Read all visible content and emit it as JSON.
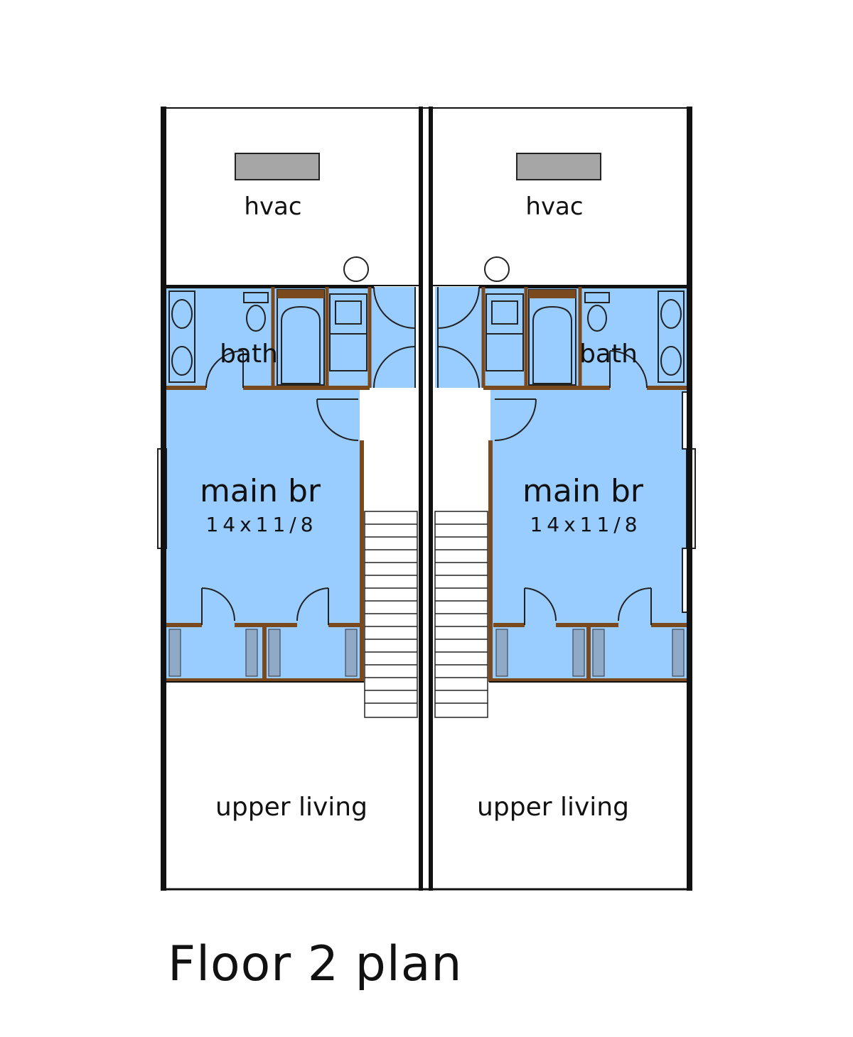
{
  "title": "Floor 2 plan",
  "colors": {
    "room_fill": "#99ccff",
    "wall": "#111111",
    "interior_wall": "#7a4a1e",
    "hvac_unit": "#a6a6a6"
  },
  "units": [
    {
      "hvac_label": "hvac",
      "bath_label": "bath",
      "bedroom_label": "main br",
      "bedroom_dims": "14x11/8",
      "living_label": "upper living"
    },
    {
      "hvac_label": "hvac",
      "bath_label": "bath",
      "bedroom_label": "main br",
      "bedroom_dims": "14x11/8",
      "living_label": "upper living"
    }
  ]
}
